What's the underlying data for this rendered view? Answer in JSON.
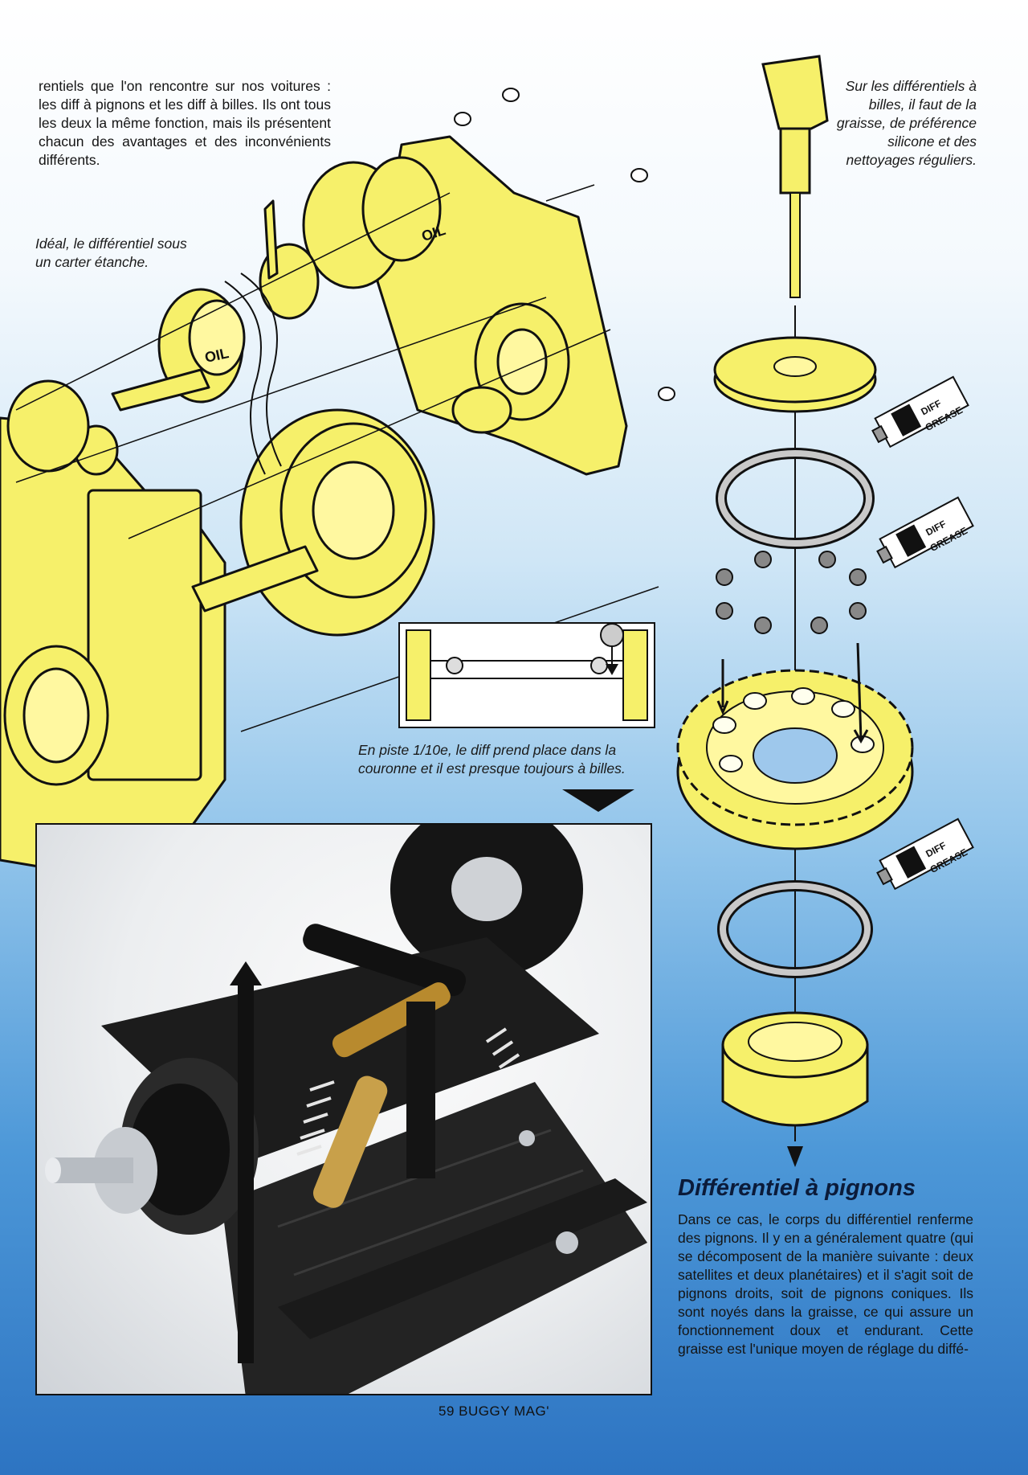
{
  "intro_paragraph": "rentiels que l'on rencontre sur nos voitures : les diff à pignons et les diff à billes. Ils ont tous les deux la même fonction, mais ils présentent chacun des avantages et des inconvénients différents.",
  "captions": {
    "sealed_casing": "Idéal, le différentiel sous un carter étanche.",
    "grease": "Sur les différentiels à billes, il faut de la graisse, de préférence silicone et des nettoyages réguliers.",
    "ring_gear": "En piste 1/10e, le diff prend place dans la couronne et il est presque toujours à billes."
  },
  "illustration_labels": {
    "oil_1": "OIL",
    "oil_2": "OIL",
    "tube_label_line1": "DIFF",
    "tube_label_line2": "GREASE"
  },
  "section": {
    "heading": "Différentiel à pignons",
    "body": "Dans ce cas, le corps du différentiel renferme des pignons. Il y en a généralement quatre (qui se décomposent de la manière suivante : deux satellites et deux planétaires) et il s'agit soit de pignons droits, soit de pignons coniques. Ils sont noyés dans la graisse, ce qui assure un fonctionnement doux et endurant. Cette graisse est l'unique moyen de réglage du diffé-"
  },
  "footer": {
    "page_number": "59",
    "magazine": "BUGGY MAG'"
  },
  "colors": {
    "illustration_yellow": "#f6f06a",
    "line_art": "#111111",
    "background_top": "#ffffff",
    "background_bottom": "#2d74c2"
  }
}
